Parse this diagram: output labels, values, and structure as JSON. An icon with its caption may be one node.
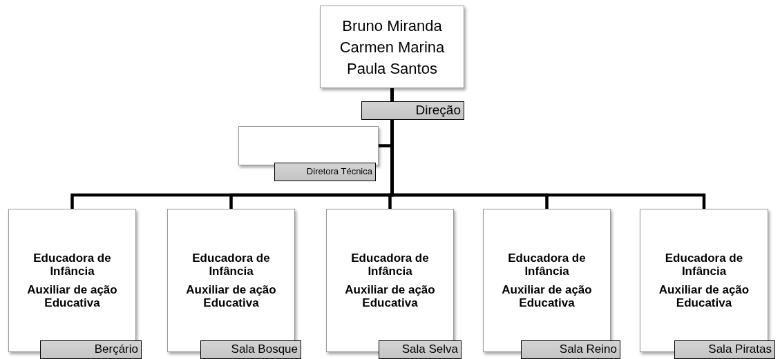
{
  "diagram": {
    "nodes": [
      {
        "text": [
          "Bruno Miranda",
          "Carmen Marina",
          "Paula Santos"
        ],
        "beside": [
          "Direção"
        ]
      },
      {
        "text": [
          "Diretora Técnica"
        ]
      },
      {
        "text": [
          "Educadora de Infância",
          "Auxiliar de ação Educativa",
          "Berçário"
        ]
      },
      {
        "text": [
          "Educadora de Infância",
          "Auxiliar de ação Educativa",
          "Sala Bosque"
        ]
      },
      {
        "text": [
          "Educadora de Infância",
          "Auxiliar de ação Educativa",
          "Sala Selva"
        ]
      },
      {
        "text": [
          "Educadora de Infância",
          "Auxiliar de ação Educativa",
          "Sala Reino"
        ]
      },
      {
        "text": [
          "Educadora de Infância",
          "Auxiliar de ação Educativa",
          "Sala Piratas"
        ]
      }
    ],
    "edges": [
      {
        "from": 0,
        "to": 1,
        "arrow": "none"
      },
      {
        "from": 0,
        "to": 2,
        "arrow": "none"
      },
      {
        "from": 0,
        "to": 3,
        "arrow": "none"
      },
      {
        "from": 0,
        "to": 4,
        "arrow": "none"
      },
      {
        "from": 0,
        "to": 5,
        "arrow": "none"
      },
      {
        "from": 0,
        "to": 6,
        "arrow": "none"
      }
    ]
  }
}
